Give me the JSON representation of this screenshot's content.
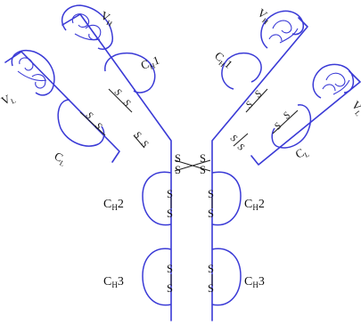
{
  "labels": {
    "vh_left": {
      "main": "V",
      "sub": "H"
    },
    "vh_right": {
      "main": "V",
      "sub": "H"
    },
    "vl_left": {
      "main": "V",
      "sub": "L"
    },
    "vl_right": {
      "main": "V",
      "sub": "L"
    },
    "ch1_left": {
      "main": "C",
      "sub": "H",
      "suffix": "1"
    },
    "ch1_right": {
      "main": "C",
      "sub": "H",
      "suffix": "1"
    },
    "cl_left": {
      "main": "C",
      "sub": "L"
    },
    "cl_right": {
      "main": "C",
      "sub": "L"
    },
    "ch2_left": {
      "main": "C",
      "sub": "H",
      "suffix": "2"
    },
    "ch2_right": {
      "main": "C",
      "sub": "H",
      "suffix": "2"
    },
    "ch3_left": {
      "main": "C",
      "sub": "H",
      "suffix": "3"
    },
    "ch3_right": {
      "main": "C",
      "sub": "H",
      "suffix": "3"
    }
  },
  "disulfide": "S",
  "colors": {
    "chain": "#3a3ad6",
    "text": "#111111"
  }
}
